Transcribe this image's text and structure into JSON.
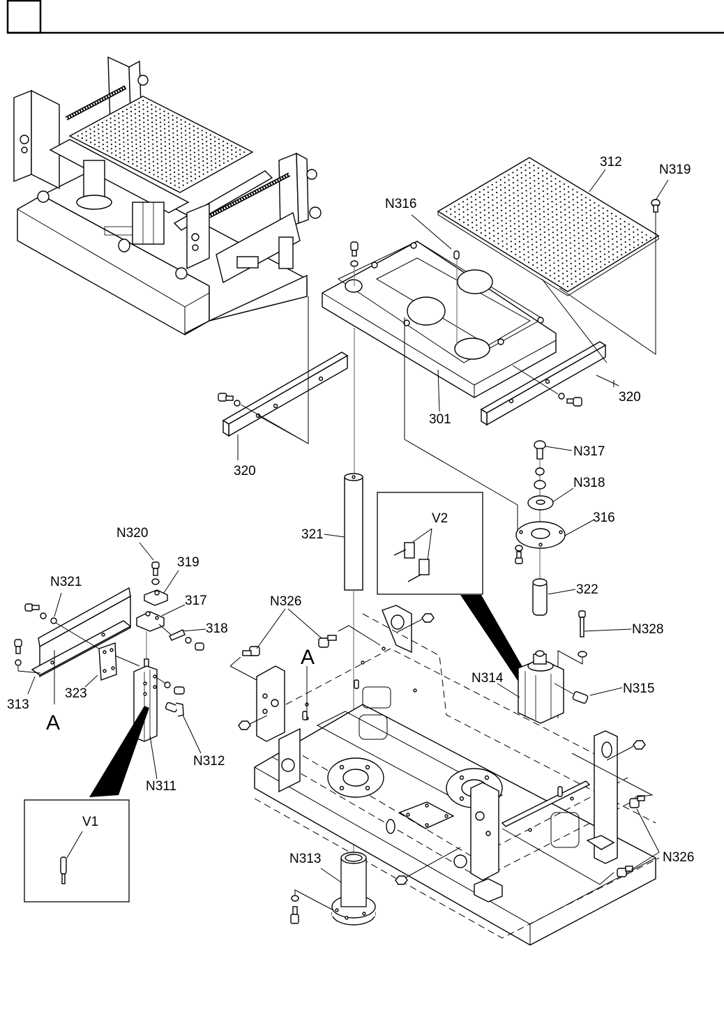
{
  "header": {
    "page_box_text": "",
    "title": ""
  },
  "callouts": {
    "p312": "312",
    "n319": "N319",
    "n316": "N316",
    "p301": "301",
    "p320_right": "320",
    "p320_left": "320",
    "n317": "N317",
    "n318": "N318",
    "p316": "316",
    "p321": "321",
    "p322": "322",
    "n328": "N328",
    "n314": "N314",
    "n315": "N315",
    "n320": "N320",
    "p319": "319",
    "n321": "N321",
    "p317": "317",
    "p318": "318",
    "p313": "313",
    "p323": "323",
    "n312": "N312",
    "n311": "N311",
    "n326_top": "N326",
    "n326_right": "N326",
    "n313": "N313",
    "section_a_left": "A",
    "section_a_center": "A"
  },
  "detail_views": {
    "v1": {
      "label": "V1"
    },
    "v2": {
      "label": "V2"
    }
  }
}
